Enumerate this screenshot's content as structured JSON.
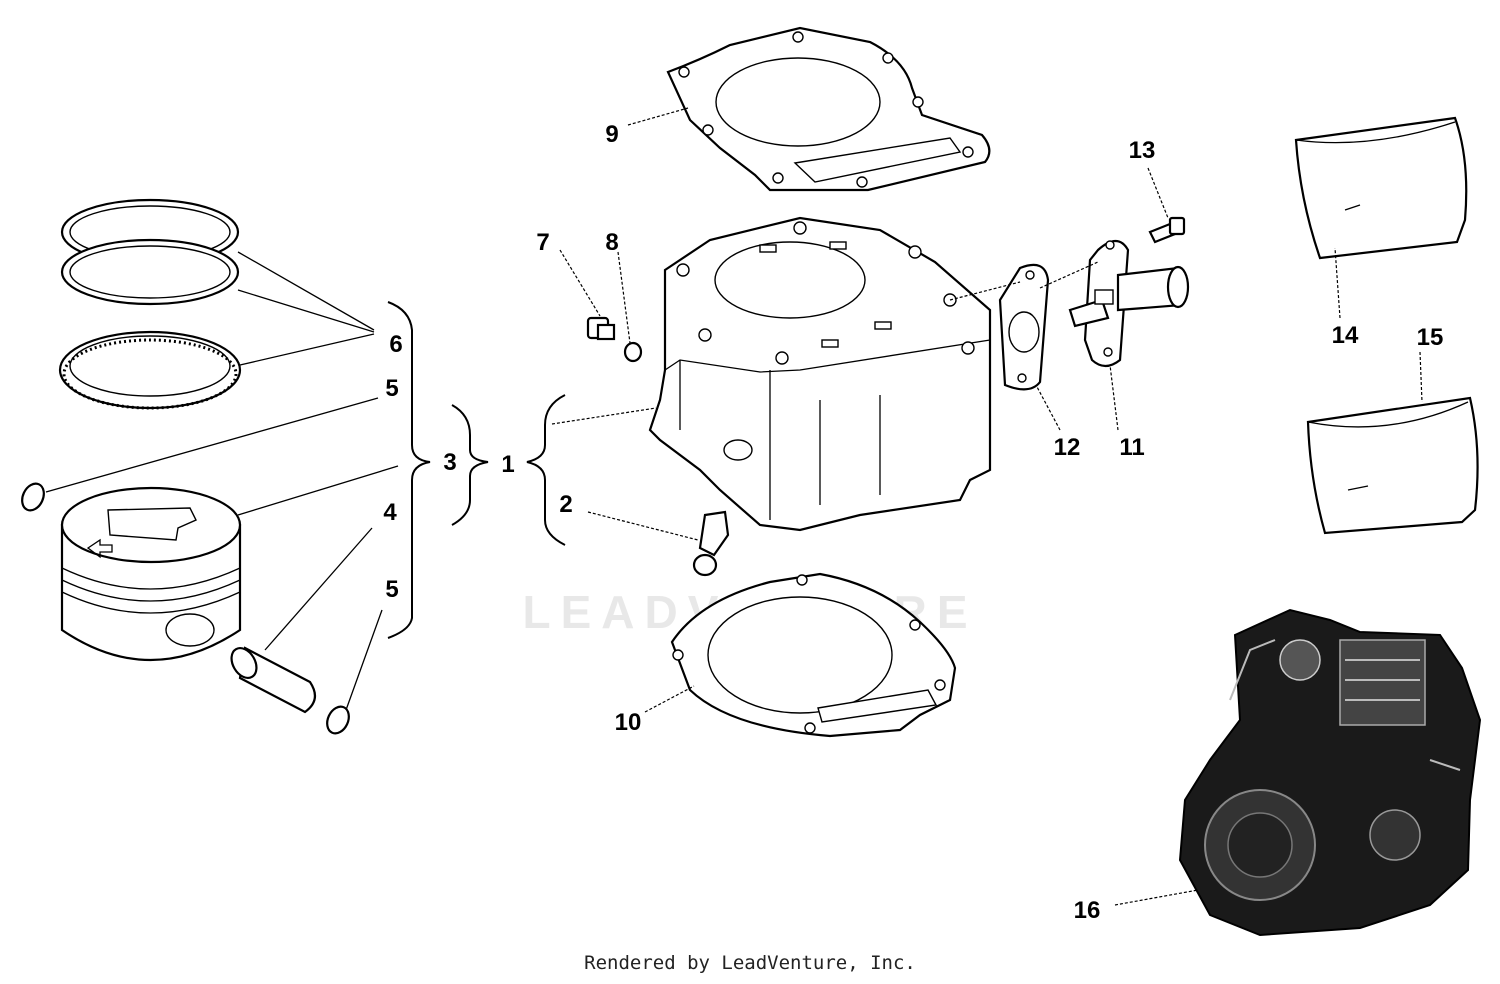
{
  "watermark": "LEADVENTURE",
  "footer": "Rendered by LeadVenture, Inc.",
  "callouts": {
    "c1": "1",
    "c2": "2",
    "c3": "3",
    "c4": "4",
    "c5a": "5",
    "c5b": "5",
    "c6": "6",
    "c7": "7",
    "c8": "8",
    "c9": "9",
    "c10": "10",
    "c11": "11",
    "c12": "12",
    "c13": "13",
    "c14": "14",
    "c15": "15",
    "c16": "16"
  },
  "parts": [
    {
      "ref": "1",
      "icon": "cylinder-assembly-icon"
    },
    {
      "ref": "2",
      "icon": "fitting-icon"
    },
    {
      "ref": "3",
      "icon": "piston-assembly-icon"
    },
    {
      "ref": "4",
      "icon": "piston-pin-icon"
    },
    {
      "ref": "5",
      "icon": "circlip-icon"
    },
    {
      "ref": "6",
      "icon": "piston-ring-set-icon"
    },
    {
      "ref": "7",
      "icon": "bolt-icon"
    },
    {
      "ref": "8",
      "icon": "washer-icon"
    },
    {
      "ref": "9",
      "icon": "head-gasket-icon"
    },
    {
      "ref": "10",
      "icon": "base-gasket-icon"
    },
    {
      "ref": "11",
      "icon": "chain-tensioner-icon"
    },
    {
      "ref": "12",
      "icon": "tensioner-gasket-icon"
    },
    {
      "ref": "13",
      "icon": "screw-icon"
    },
    {
      "ref": "14",
      "icon": "bag-icon"
    },
    {
      "ref": "15",
      "icon": "bag-icon"
    },
    {
      "ref": "16",
      "icon": "engine-icon"
    }
  ]
}
